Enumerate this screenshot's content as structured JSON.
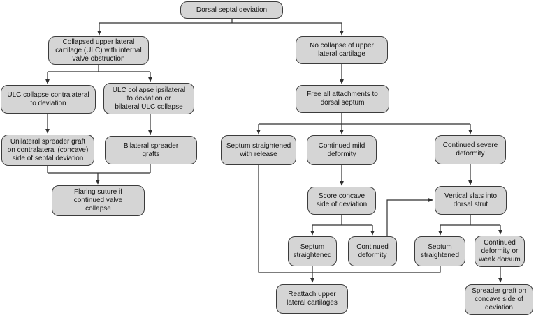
{
  "nodes": {
    "root": {
      "label": "Dorsal septal deviation"
    },
    "collapsed_ulc": {
      "label": "Collapsed upper lateral\ncartilage (ULC) with internal\nvalve obstruction"
    },
    "no_collapse": {
      "label": "No collapse of upper\nlateral cartilage"
    },
    "ulc_contralateral": {
      "label": "ULC collapse  contralateral\nto deviation"
    },
    "ulc_ipsilateral": {
      "label": "ULC collapse ipsilateral\nto deviation or\nbilateral ULC collapse"
    },
    "free_attachments": {
      "label": "Free all attachments to\ndorsal septum"
    },
    "unilateral_graft": {
      "label": "Unilateral spreader graft\non contralateral (concave)\nside of septal deviation"
    },
    "bilateral_grafts": {
      "label": "Bilateral spreader\ngrafts"
    },
    "flaring_suture": {
      "label": "Flaring suture if\ncontinued valve\ncollapse"
    },
    "septum_straightened_release": {
      "label": "Septum straightened\nwith release"
    },
    "continued_mild": {
      "label": "Continued mild\ndeformity"
    },
    "continued_severe": {
      "label": "Continued severe\ndeformity"
    },
    "score_concave": {
      "label": "Score concave\nside of deviation"
    },
    "vertical_slats": {
      "label": "Vertical slats into\ndorsal strut"
    },
    "septum_straightened_mild": {
      "label": "Septum\nstraightened"
    },
    "continued_deformity": {
      "label": "Continued\ndeformity"
    },
    "septum_straightened_severe": {
      "label": "Septum\nstraightened"
    },
    "continued_weak_dorsum": {
      "label": "Continued\ndeformity or\nweak dorsum"
    },
    "reattach_ulc": {
      "label": "Reattach upper\nlateral cartilages"
    },
    "spreader_concave": {
      "label": "Spreader graft on\nconcave side of\ndeviation"
    }
  },
  "edges": [
    {
      "from": "root",
      "to": "collapsed_ulc"
    },
    {
      "from": "root",
      "to": "no_collapse"
    },
    {
      "from": "collapsed_ulc",
      "to": "ulc_contralateral"
    },
    {
      "from": "collapsed_ulc",
      "to": "ulc_ipsilateral"
    },
    {
      "from": "ulc_contralateral",
      "to": "unilateral_graft"
    },
    {
      "from": "ulc_ipsilateral",
      "to": "bilateral_grafts"
    },
    {
      "from": "unilateral_graft",
      "to": "flaring_suture"
    },
    {
      "from": "bilateral_grafts",
      "to": "flaring_suture"
    },
    {
      "from": "no_collapse",
      "to": "free_attachments"
    },
    {
      "from": "free_attachments",
      "to": "septum_straightened_release"
    },
    {
      "from": "free_attachments",
      "to": "continued_mild"
    },
    {
      "from": "free_attachments",
      "to": "continued_severe"
    },
    {
      "from": "continued_mild",
      "to": "score_concave"
    },
    {
      "from": "continued_severe",
      "to": "vertical_slats"
    },
    {
      "from": "score_concave",
      "to": "septum_straightened_mild"
    },
    {
      "from": "score_concave",
      "to": "continued_deformity"
    },
    {
      "from": "continued_deformity",
      "to": "vertical_slats"
    },
    {
      "from": "vertical_slats",
      "to": "septum_straightened_severe"
    },
    {
      "from": "vertical_slats",
      "to": "continued_weak_dorsum"
    },
    {
      "from": "septum_straightened_release",
      "to": "reattach_ulc"
    },
    {
      "from": "septum_straightened_mild",
      "to": "reattach_ulc"
    },
    {
      "from": "septum_straightened_severe",
      "to": "reattach_ulc"
    },
    {
      "from": "continued_weak_dorsum",
      "to": "spreader_concave"
    }
  ],
  "colors": {
    "node_fill": "#d5d5d5",
    "node_border": "#3c3c3c",
    "connector": "#2f2f2f",
    "background": "#ffffff"
  }
}
